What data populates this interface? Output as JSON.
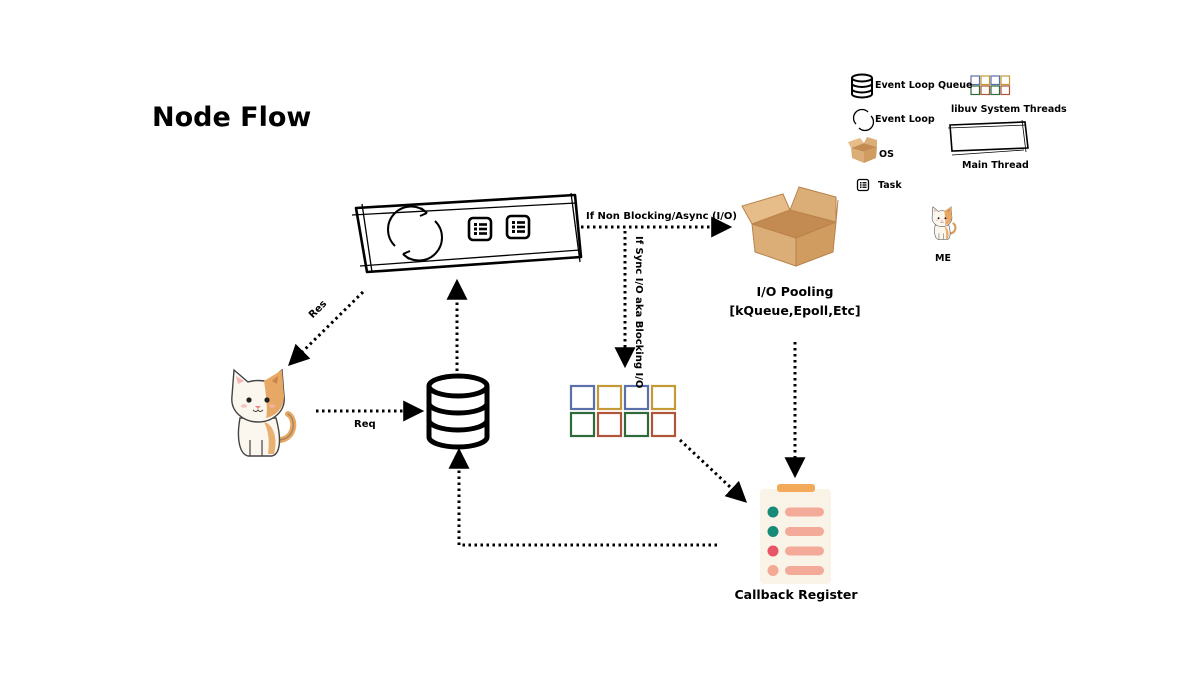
{
  "diagram": {
    "title": "Node Flow",
    "labels": {
      "non_blocking": "If Non Blocking/Async (I/O)",
      "sync_blocking": "If Sync I/O aka Blocking I/O",
      "res": "Res",
      "req": "Req",
      "io_pooling_line1": "I/O Pooling",
      "io_pooling_line2": "[kQueue,Epoll,Etc]",
      "callback_register": "Callback Register"
    },
    "legend": {
      "event_loop_queue": "Event Loop Queue",
      "event_loop": "Event Loop",
      "os": "OS",
      "task": "Task",
      "libuv_threads": "libuv  System Threads",
      "main_thread": "Main Thread",
      "me": "ME"
    },
    "colors": {
      "thread_pool": [
        "#5b6fa8",
        "#c39a36",
        "#5b6fa8",
        "#c39a36",
        "#2f6b3a",
        "#b0553a",
        "#2f6b3a",
        "#b0553a"
      ],
      "callback_dots": [
        "#1a8a78",
        "#1a8a78",
        "#e85566",
        "#f4a995"
      ],
      "callback_bar": "#f4aa98",
      "callback_clip": "#f2a95a",
      "callback_card": "#faf3e8",
      "box": "#d9a56a",
      "box_dark": "#b9824c"
    }
  }
}
